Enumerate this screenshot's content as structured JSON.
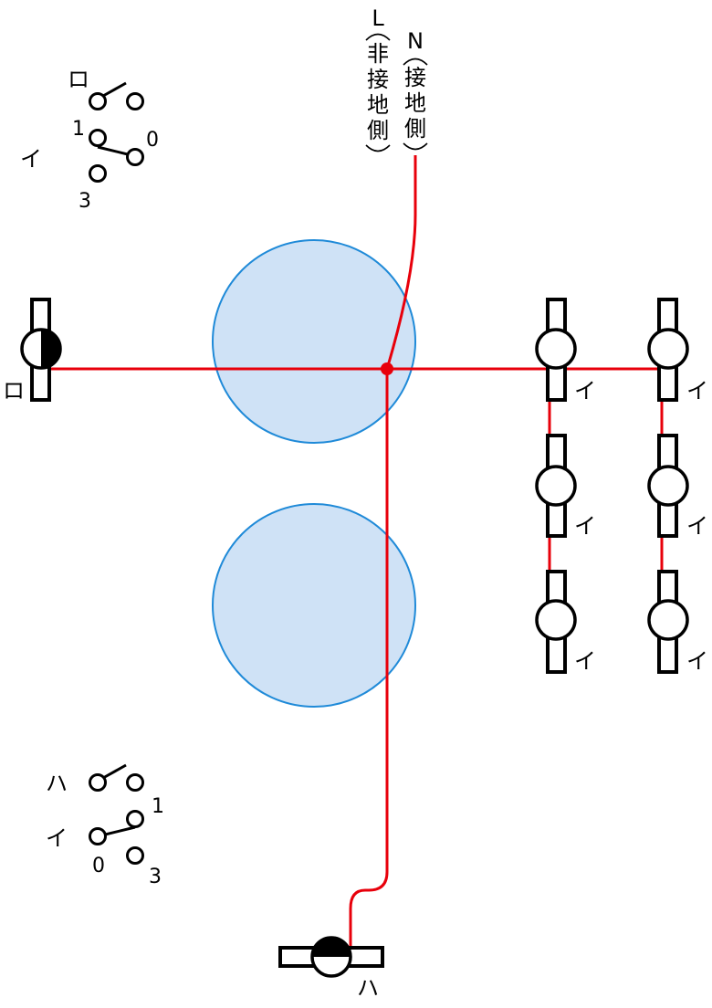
{
  "power_source": {
    "line_label": "L",
    "line_note_chars": [
      "非",
      "接",
      "地",
      "側"
    ],
    "neutral_label": "N",
    "neutral_note_chars": [
      "接",
      "地",
      "側"
    ]
  },
  "switch_top": {
    "label_upper": "ロ",
    "label_lower": "イ",
    "terminal_labels": [
      "1",
      "0",
      "3"
    ]
  },
  "switch_bottom": {
    "label_upper": "ハ",
    "label_lower": "イ",
    "terminal_labels": [
      "1",
      "0",
      "3"
    ]
  },
  "lamp_left_label": "ロ",
  "lamp_bottom_label": "ハ",
  "lamp_group_labels": [
    "イ",
    "イ",
    "イ",
    "イ",
    "イ",
    "イ"
  ],
  "colors": {
    "wire": "#e8000b",
    "box_fill": "#cfe2f6",
    "box_stroke": "#1f8ad8"
  }
}
